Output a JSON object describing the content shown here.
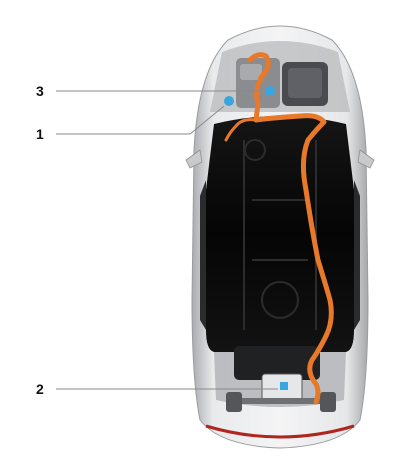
{
  "callouts": [
    {
      "id": "3",
      "label": "3"
    },
    {
      "id": "1",
      "label": "1"
    },
    {
      "id": "2",
      "label": "2"
    }
  ],
  "colors": {
    "body_silver": "#d9dadc",
    "glass_dark": "#0b0b0c",
    "hv_cable_orange": "#e8782a",
    "component_blue": "#3aa6e0",
    "leader_line": "#8a8a8a",
    "tail_light_red": "#b0261e"
  },
  "icons": [
    "battery-component",
    "motor-unit",
    "hv-cable"
  ]
}
